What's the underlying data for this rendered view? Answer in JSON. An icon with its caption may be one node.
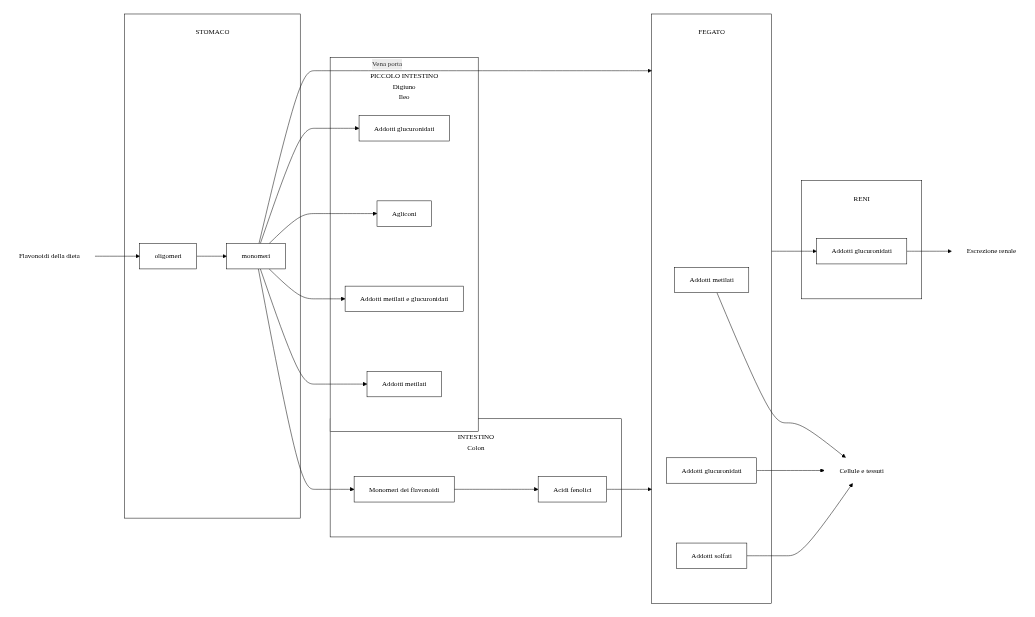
{
  "diagram": {
    "nodes": [
      {
        "text": [
          "Flavonoidi della dieta"
        ]
      },
      {
        "text": [
          "STOMACO"
        ]
      },
      {
        "text": [
          "oligomeri"
        ],
        "in": 1
      },
      {
        "text": [
          "monomeri"
        ],
        "in": 1
      },
      {
        "text": [
          "PICCOLO INTESTINO",
          "Digiuno",
          "Ileo"
        ]
      },
      {
        "text": [
          "Addotti glucuronidati"
        ],
        "in": 4
      },
      {
        "text": [
          "Agliconi"
        ],
        "in": 4
      },
      {
        "text": [
          "Addotti metilati e glucuronidati"
        ],
        "in": 4
      },
      {
        "text": [
          "Addotti metilati"
        ],
        "in": 4
      },
      {
        "text": [
          "INTESTINO",
          "Colon"
        ]
      },
      {
        "text": [
          "Monomeri dei flavonoidi"
        ],
        "in": 9
      },
      {
        "text": [
          "Acidi fenolici"
        ],
        "in": 9
      },
      {
        "text": [
          "FEGATO"
        ]
      },
      {
        "text": [
          "Addotti metilati"
        ],
        "in": 12
      },
      {
        "text": [
          "Addotti glucuronidati"
        ],
        "in": 12
      },
      {
        "text": [
          "Addotti solfati"
        ],
        "in": 12
      },
      {
        "text": [
          "RENI"
        ]
      },
      {
        "text": [
          "Addotti glucuronidati"
        ],
        "in": 16
      },
      {
        "text": [
          "Cellule e tessuti"
        ]
      },
      {
        "text": [
          "Escrezione renale"
        ]
      }
    ],
    "edges": [
      {
        "from": 0,
        "to": 2,
        "arrow": "to"
      },
      {
        "from": 2,
        "to": 3,
        "arrow": "to"
      },
      {
        "from": 3,
        "to": 5,
        "arrow": "to"
      },
      {
        "from": 3,
        "to": 7,
        "arrow": "to"
      },
      {
        "from": 3,
        "to": 6,
        "arrow": "to"
      },
      {
        "from": 3,
        "to": 8,
        "arrow": "to"
      },
      {
        "from": 3,
        "to": 10,
        "arrow": "to"
      },
      {
        "from": 10,
        "to": 11,
        "arrow": "to"
      },
      {
        "from": 3,
        "to": 12,
        "arrow": "to",
        "label": "Vena porta"
      },
      {
        "from": 11,
        "to": 12,
        "arrow": "to"
      },
      {
        "from": 12,
        "to": 17,
        "arrow": "to"
      },
      {
        "from": 13,
        "to": 18,
        "arrow": "to"
      },
      {
        "from": 14,
        "to": 18,
        "arrow": "to"
      },
      {
        "from": 15,
        "to": 18,
        "arrow": "to"
      },
      {
        "from": 17,
        "to": 19,
        "arrow": "to"
      }
    ]
  }
}
